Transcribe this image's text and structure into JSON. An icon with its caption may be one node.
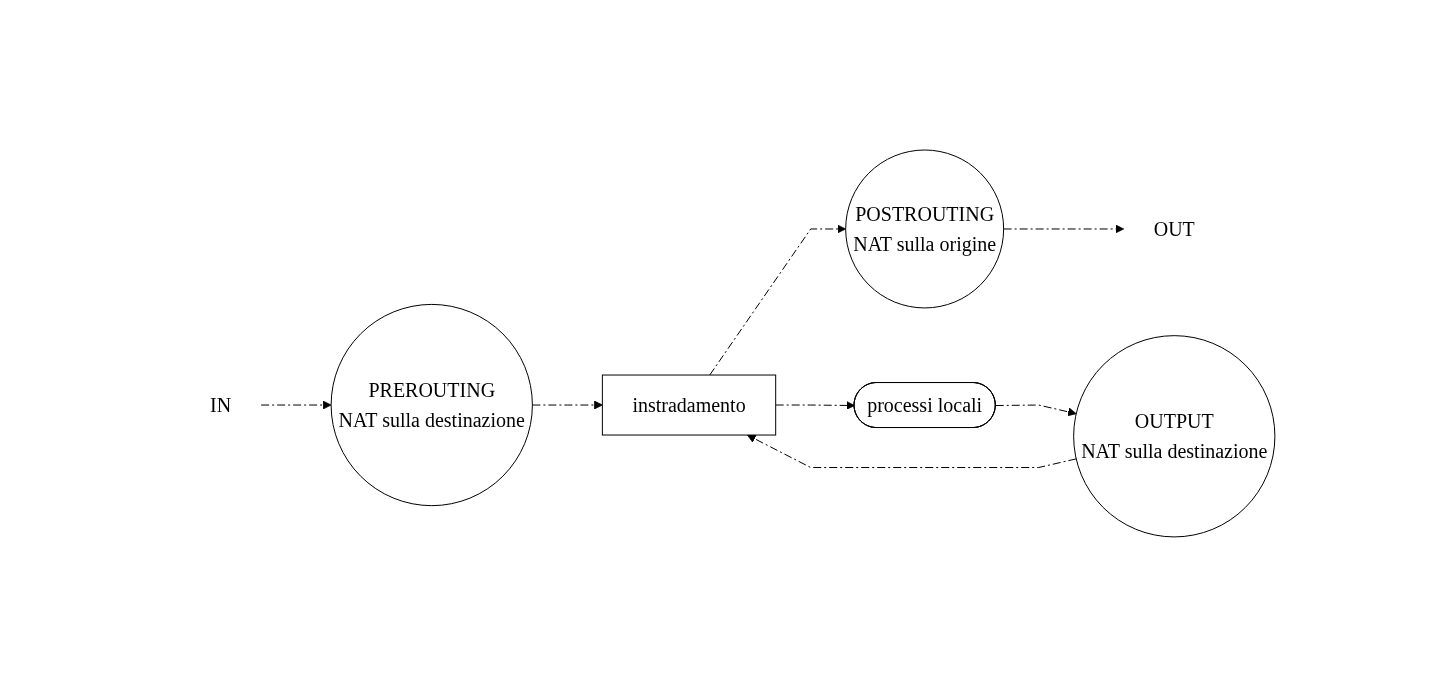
{
  "diagram": {
    "nodes": [
      {
        "text": [
          "IN"
        ]
      },
      {
        "text": [
          "PREROUTING",
          "NAT sulla destinazione"
        ]
      },
      {
        "text": [
          "instradamento"
        ]
      },
      {
        "text": [
          "POSTROUTING",
          "NAT sulla origine"
        ]
      },
      {
        "text": [
          "OUT"
        ]
      },
      {
        "text": [
          "processi locali"
        ]
      },
      {
        "text": [
          "OUTPUT",
          "NAT sulla destinazione"
        ]
      }
    ],
    "edges": [
      {
        "from": 0,
        "to": 1,
        "arrow": "to",
        "style": "dashed"
      },
      {
        "from": 1,
        "to": 2,
        "arrow": "to",
        "style": "dashed"
      },
      {
        "from": 2,
        "to": 3,
        "arrow": "to",
        "style": "dashed"
      },
      {
        "from": 3,
        "to": 4,
        "arrow": "to",
        "style": "dashed"
      },
      {
        "from": 2,
        "to": 5,
        "arrow": "to",
        "style": "dashed"
      },
      {
        "from": 5,
        "to": 6,
        "arrow": "to",
        "style": "dashed"
      },
      {
        "from": 6,
        "to": 2,
        "arrow": "to",
        "style": "dashed"
      }
    ]
  }
}
